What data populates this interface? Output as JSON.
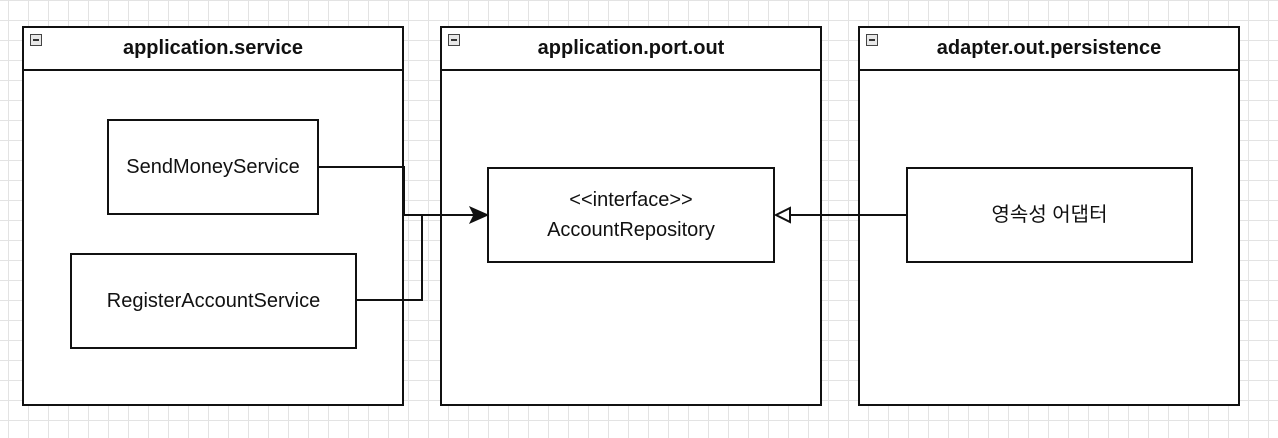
{
  "packages": {
    "service": {
      "title": "application.service"
    },
    "port": {
      "title": "application.port.out"
    },
    "adapter": {
      "title": "adapter.out.persistence"
    }
  },
  "classes": {
    "send_money": "SendMoneyService",
    "register_account": "RegisterAccountService",
    "account_repository_stereotype": "<<interface>>",
    "account_repository": "AccountRepository",
    "persistence_adapter": "영속성 어댑터"
  }
}
